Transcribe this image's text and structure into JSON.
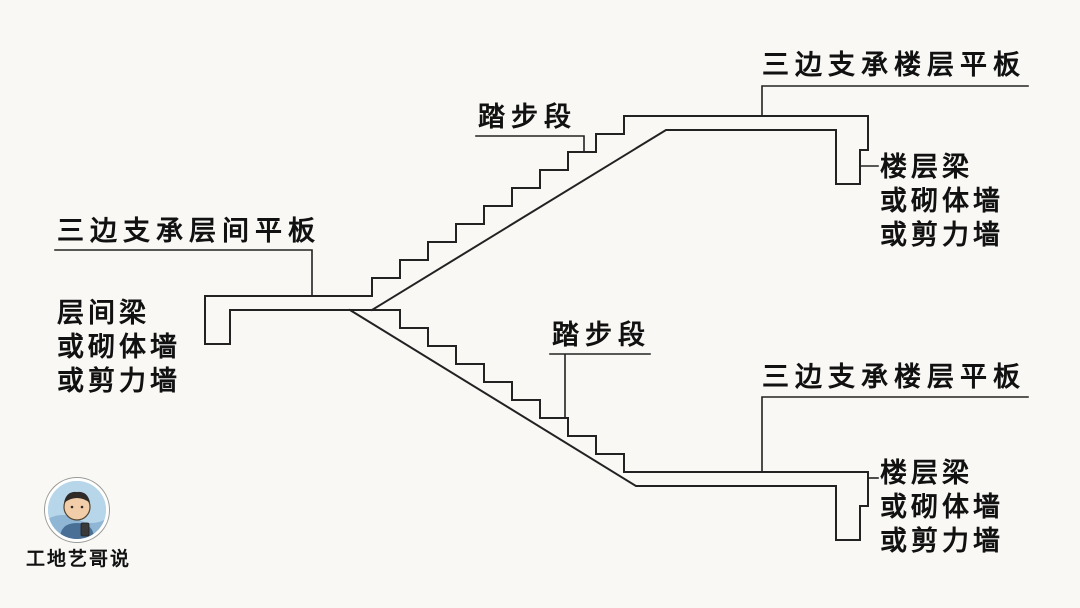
{
  "colors": {
    "background": "#f9f8f5",
    "line": "#222222",
    "text": "#111111",
    "avatar_sky": "#b7d6ea"
  },
  "labels": {
    "floor_slab_top": "三边支承楼层平板",
    "floor_slab_bottom": "三边支承楼层平板",
    "mid_landing_slab": "三边支承层间平板",
    "steps_upper": "踏步段",
    "steps_lower": "踏步段",
    "beam_right_top": {
      "line1": "楼层梁",
      "line2": "或砌体墙",
      "line3": "或剪力墙"
    },
    "beam_right_bottom": {
      "line1": "楼层梁",
      "line2": "或砌体墙",
      "line3": "或剪力墙"
    },
    "beam_left": {
      "line1": "层间梁",
      "line2": "或砌体墙",
      "line3": "或剪力墙"
    }
  },
  "watermark": {
    "name": "工地艺哥说"
  }
}
